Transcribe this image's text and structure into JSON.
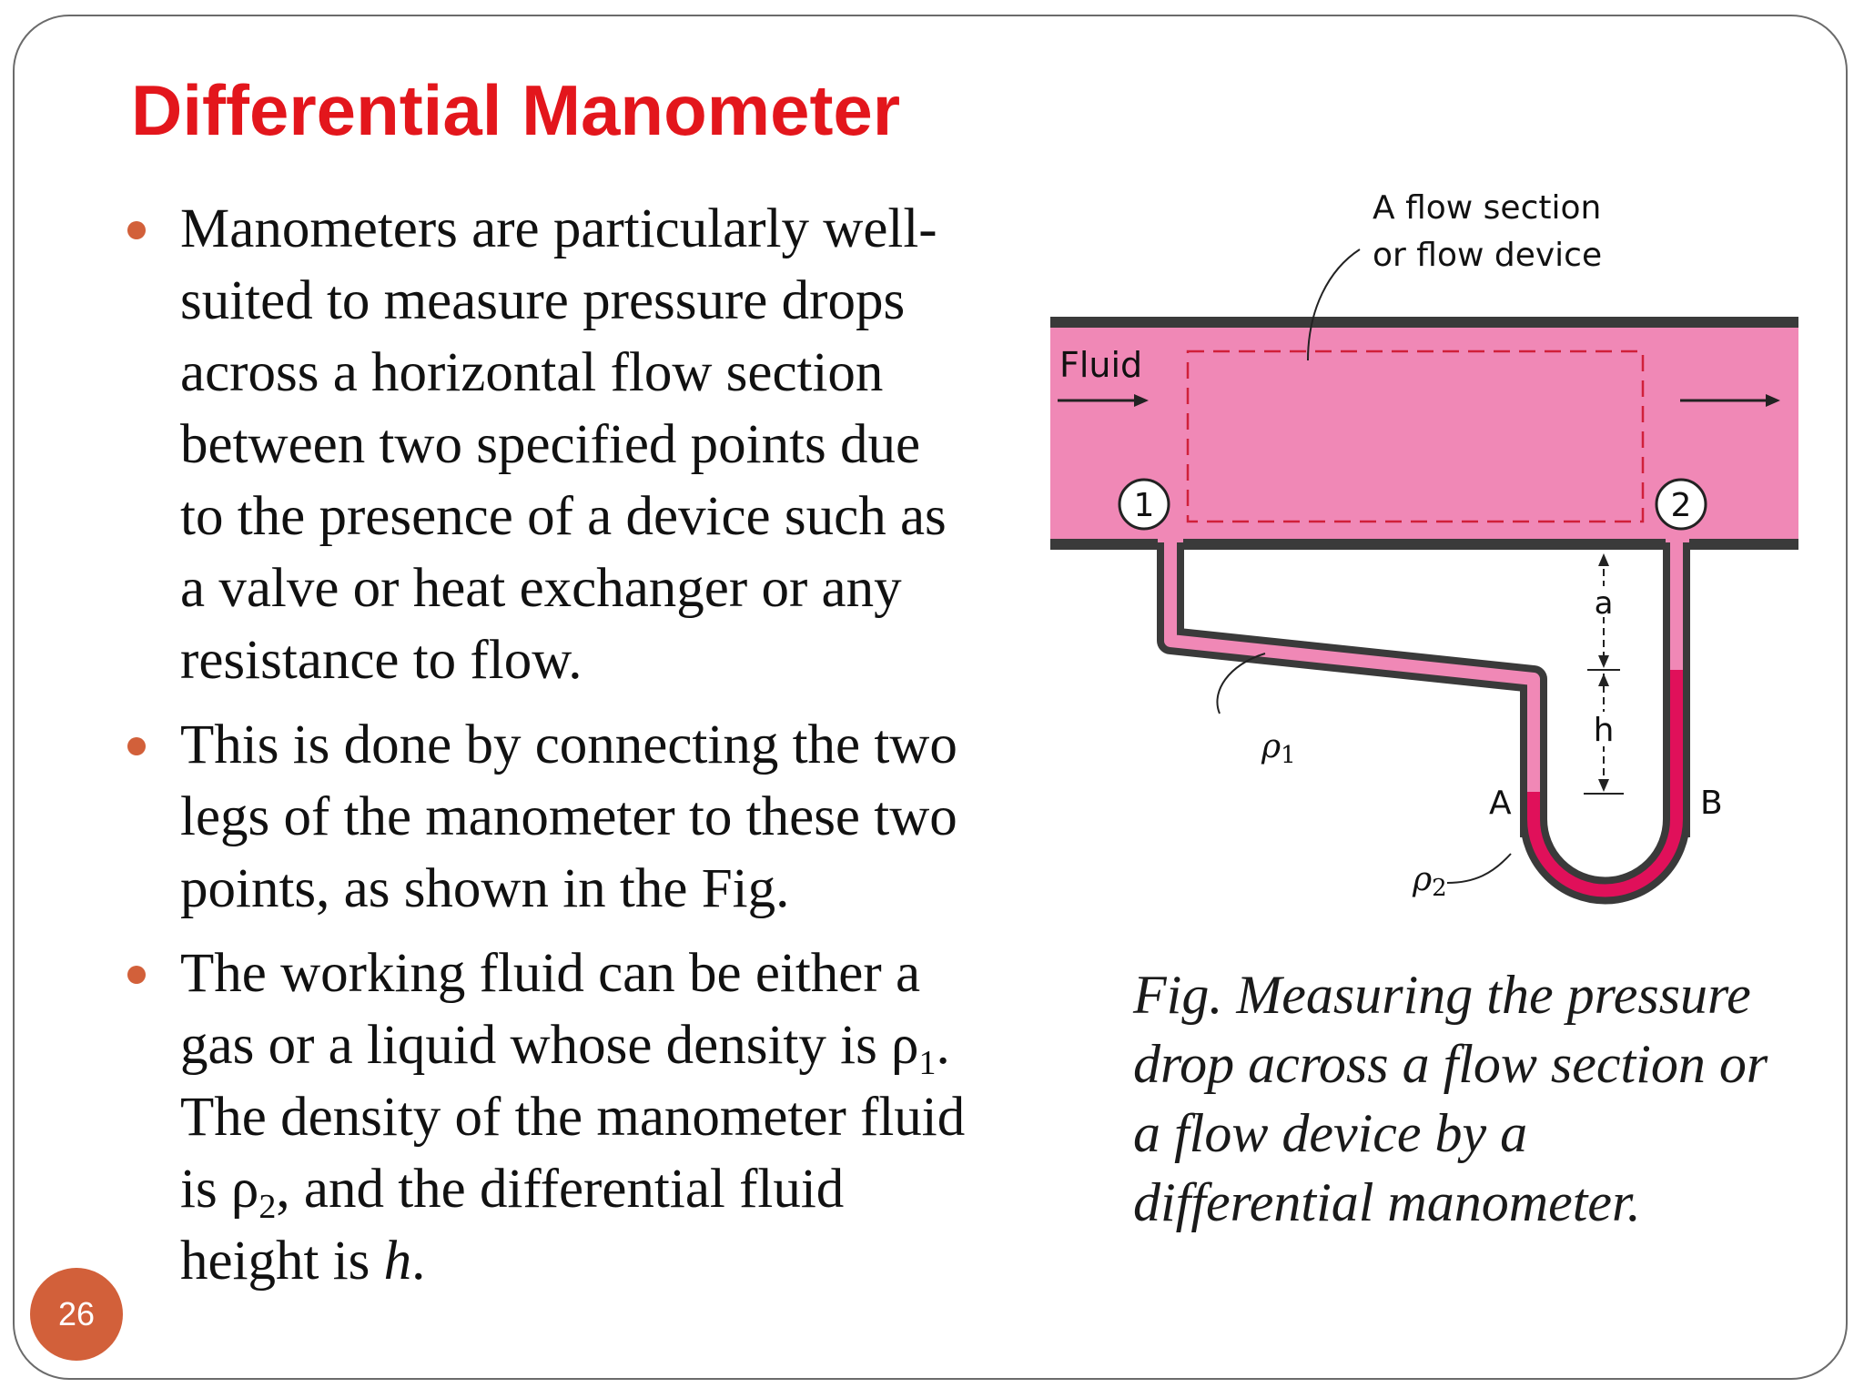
{
  "slide": {
    "title": "Differential Manometer",
    "page_number": "26",
    "accent_color": "#e3161c",
    "bullet_color": "#d2603a"
  },
  "bullets": [
    {
      "lines": [
        "Manometers are particularly well-",
        "suited to measure pressure drops",
        "across a horizontal flow section",
        "between two specified points due",
        "to the presence of a device such as",
        "a valve or heat exchanger or any",
        "resistance to flow."
      ]
    },
    {
      "lines": [
        "This is done by connecting the two",
        "legs of the manometer to these two",
        "points, as shown in the Fig."
      ]
    },
    {
      "line1": "The working fluid can be either a",
      "line2_text": "gas or a liquid whose density is ρ",
      "line2_sub": "1",
      "line2_end": ".",
      "line3": "The density of the manometer fluid",
      "line4_text": "is ρ",
      "line4_sub": "2",
      "line4_end": ", and the differential fluid",
      "line5_text": "height is ",
      "line5_var": "h",
      "line5_end": "."
    }
  ],
  "figure": {
    "label_flow_section_line1": "A flow section",
    "label_flow_section_line2": "or flow device",
    "label_fluid": "Fluid",
    "point_1": "1",
    "point_2": "2",
    "label_a": "a",
    "label_h": "h",
    "label_A": "A",
    "label_B": "B",
    "label_rho1": "ρ",
    "label_rho1_sub": "1",
    "label_rho2": "ρ",
    "label_rho2_sub": "2",
    "pipe_color": "#f088b6",
    "manometer_fluid_color": "#e0105a",
    "wall_color": "#3a3a3a"
  },
  "caption": {
    "lines": [
      "Fig.  Measuring the pressure",
      "drop across a flow section or",
      "a flow device by a",
      "differential manometer."
    ]
  }
}
